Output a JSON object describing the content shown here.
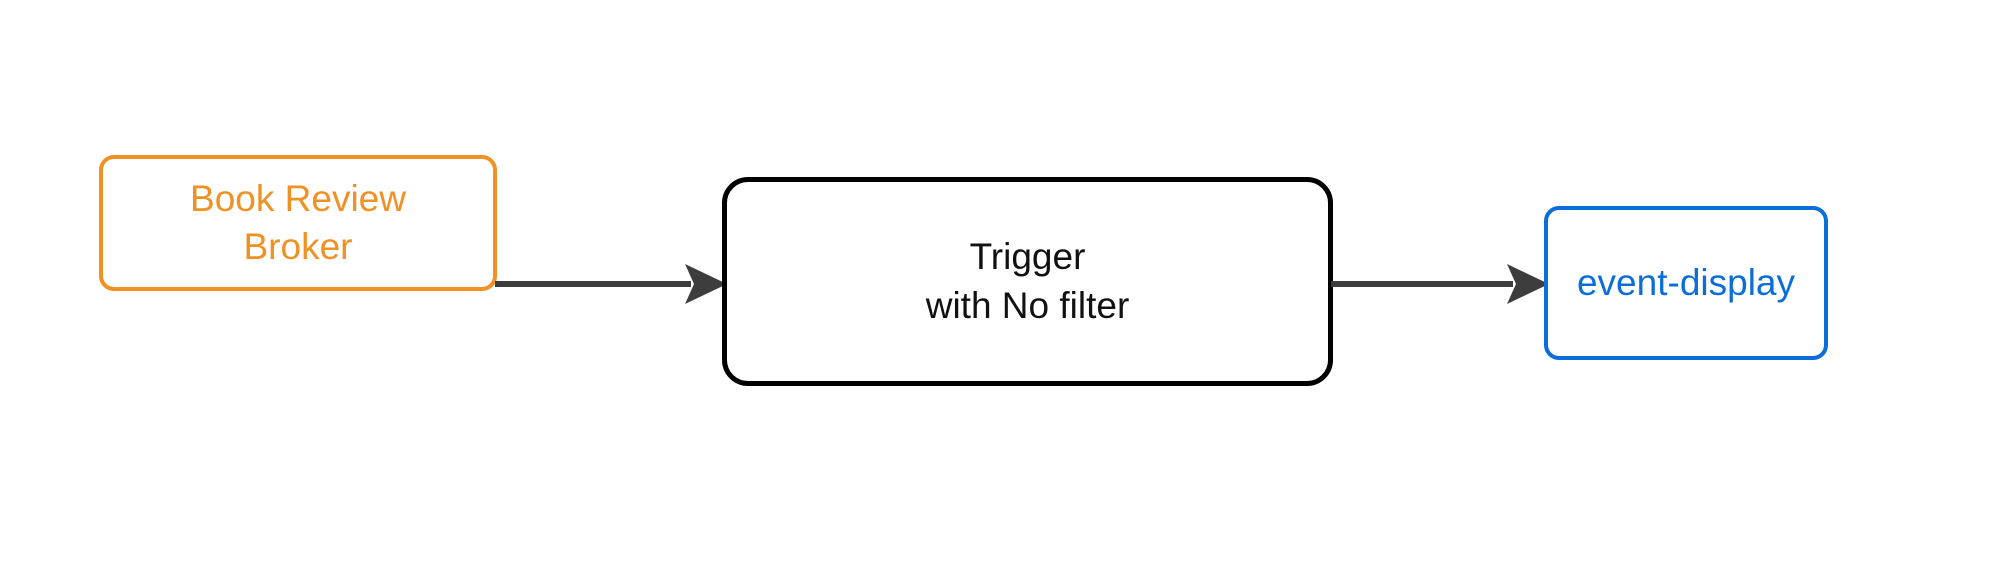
{
  "diagram": {
    "type": "flow",
    "background_color": "#ffffff",
    "nodes": [
      {
        "id": "broker",
        "label_lines": [
          "Book Review",
          "Broker"
        ],
        "line1": "Book Review",
        "line2": "Broker",
        "color": "#ef9123",
        "shape": "rounded-rectangle",
        "role": "source"
      },
      {
        "id": "trigger",
        "label_lines": [
          "Trigger",
          "with No filter"
        ],
        "line1": "Trigger",
        "line2": "with No filter",
        "color": "#000000",
        "shape": "rounded-rectangle",
        "role": "processor"
      },
      {
        "id": "sink",
        "label_lines": [
          "event-display"
        ],
        "line1": "event-display",
        "color": "#0b6ed8",
        "shape": "rounded-rectangle",
        "role": "sink"
      }
    ],
    "edges": [
      {
        "id": "broker-to-trigger",
        "from": "broker",
        "to": "trigger",
        "label": "",
        "color": "#3d3d3d",
        "arrowhead": "solid-triangle"
      },
      {
        "id": "trigger-to-sink",
        "from": "trigger",
        "to": "sink",
        "label": "",
        "color": "#3d3d3d",
        "arrowhead": "solid-triangle"
      }
    ]
  }
}
